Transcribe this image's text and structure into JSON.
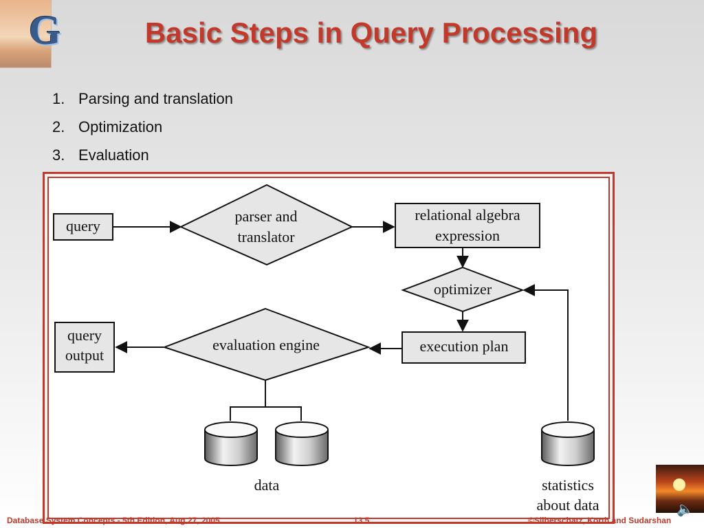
{
  "title": "Basic Steps in Query Processing",
  "logo": {
    "letter": "G"
  },
  "steps": [
    {
      "num": "1.",
      "label": "Parsing and translation"
    },
    {
      "num": "2.",
      "label": "Optimization"
    },
    {
      "num": "3.",
      "label": "Evaluation"
    }
  ],
  "diagram": {
    "query": "query",
    "parser_line1": "parser and",
    "parser_line2": "translator",
    "rae_line1": "relational algebra",
    "rae_line2": "expression",
    "optimizer": "optimizer",
    "execution_plan": "execution plan",
    "evaluation_engine": "evaluation engine",
    "output_line1": "query",
    "output_line2": "output",
    "data": "data",
    "stats_line1": "statistics",
    "stats_line2": "about data"
  },
  "footer": {
    "left": "Database System Concepts - 5th Edition, Aug 27, 2005.",
    "center": "13.5",
    "right": "©Silberschatz, Korth and Sudarshan"
  },
  "colors": {
    "accent": "#c0392b",
    "box_fill": "#e6e6e6",
    "logo_letter": "#3a5a8a"
  }
}
